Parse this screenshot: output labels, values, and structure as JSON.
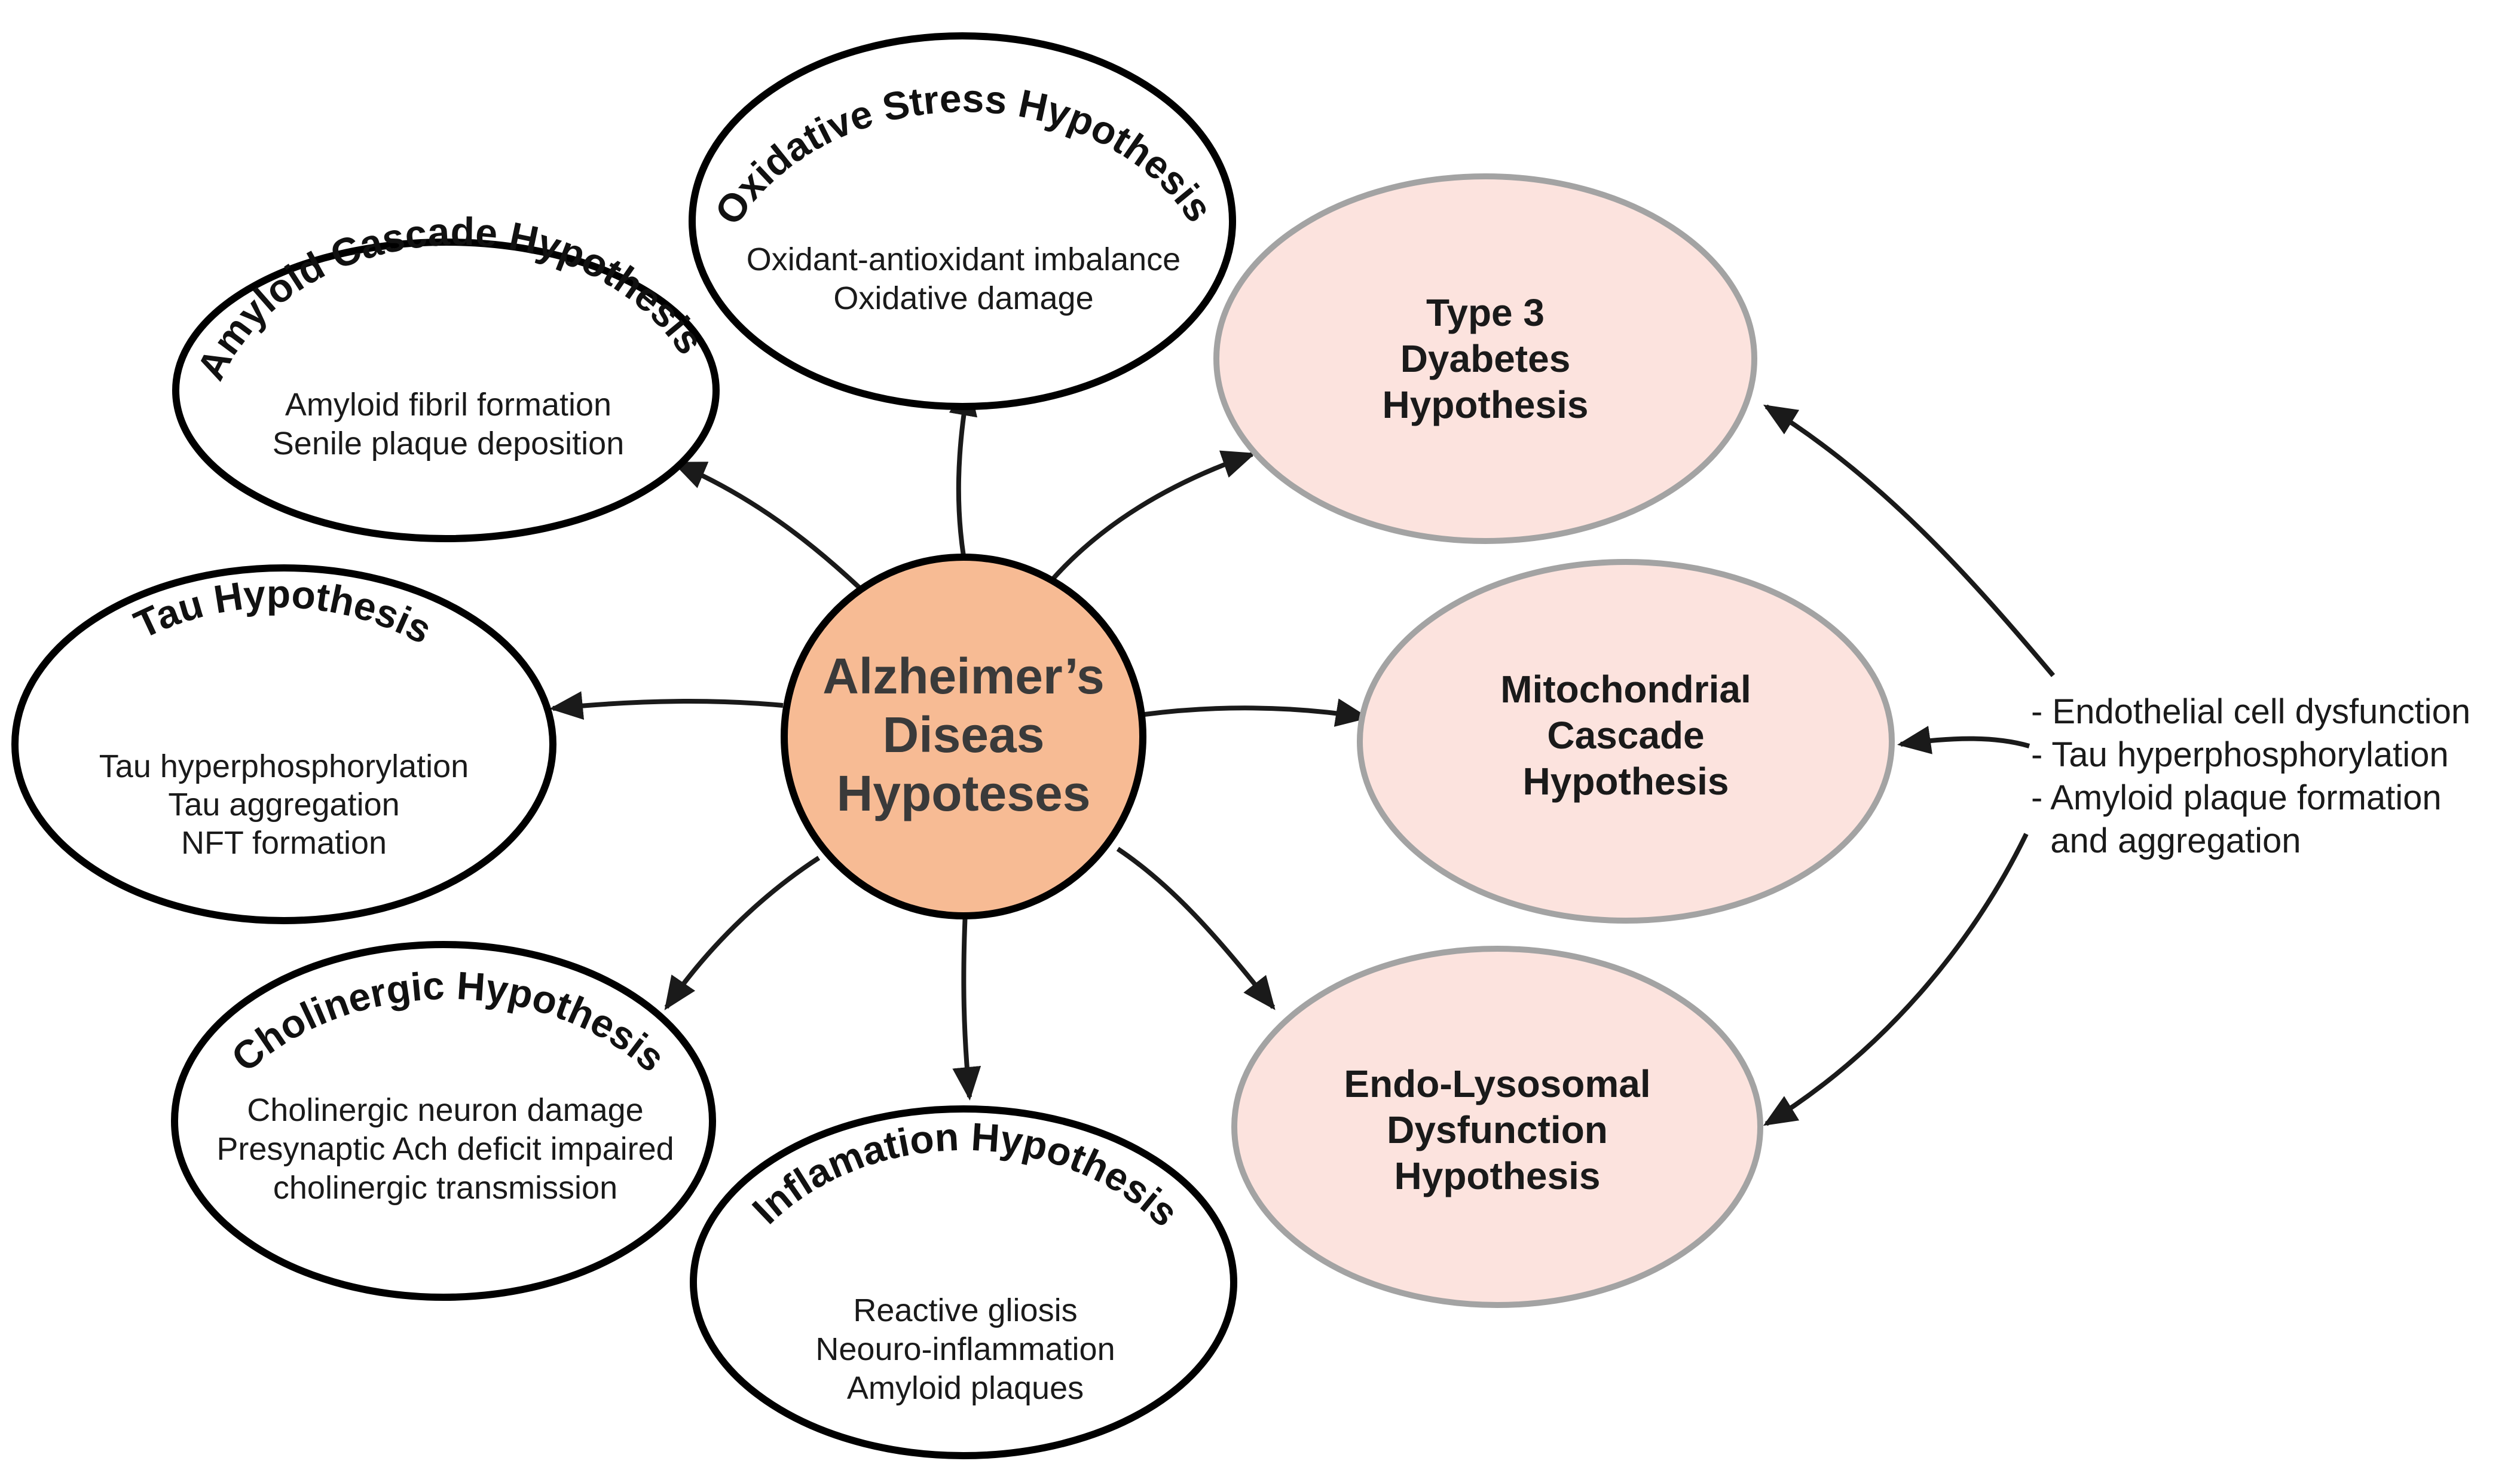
{
  "center": {
    "lines": [
      "Alzheimer’s",
      "Diseas",
      "Hypoteses"
    ],
    "fill": "#f7bb94"
  },
  "hypotheses": [
    {
      "id": "amyloid",
      "title": "Amyloid Cascade Hypothesis",
      "details": [
        "Amyloid fibril formation",
        "Senile plaque deposition"
      ]
    },
    {
      "id": "oxidative",
      "title": "Oxidative Stress Hypothesis",
      "details": [
        "Oxidant-antioxidant imbalance",
        "Oxidative damage"
      ]
    },
    {
      "id": "tau",
      "title": "Tau Hypothesis",
      "details": [
        "Tau hyperphosphorylation",
        "Tau aggregation",
        "NFT formation"
      ]
    },
    {
      "id": "cholinergic",
      "title": "Cholinergic Hypothesis",
      "details": [
        "Cholinergic neuron damage",
        "Presynaptic Ach deficit impaired",
        "cholinergic transmission"
      ]
    },
    {
      "id": "inflammation",
      "title": "Inflamation Hypothesis",
      "details": [
        "Reactive gliosis",
        "Neouro-inflammation",
        "Amyloid plaques"
      ]
    }
  ],
  "highlighted_hypotheses": [
    {
      "id": "type3",
      "lines": [
        "Type 3",
        "Dyabetes",
        "Hypothesis"
      ]
    },
    {
      "id": "mito",
      "lines": [
        "Mitochondrial",
        "Cascade",
        "Hypothesis"
      ]
    },
    {
      "id": "endo",
      "lines": [
        "Endo-Lysosomal",
        "Dysfunction",
        "Hypothesis"
      ]
    }
  ],
  "shared_factors": [
    "- Endothelial cell dysfunction",
    "- Tau hyperphosphorylation",
    "- Amyloid plaque formation",
    "  and aggregation"
  ],
  "colors": {
    "highlight_fill": "#fce3de",
    "highlight_stroke": "#a3a3a3",
    "outline": "#000000"
  }
}
